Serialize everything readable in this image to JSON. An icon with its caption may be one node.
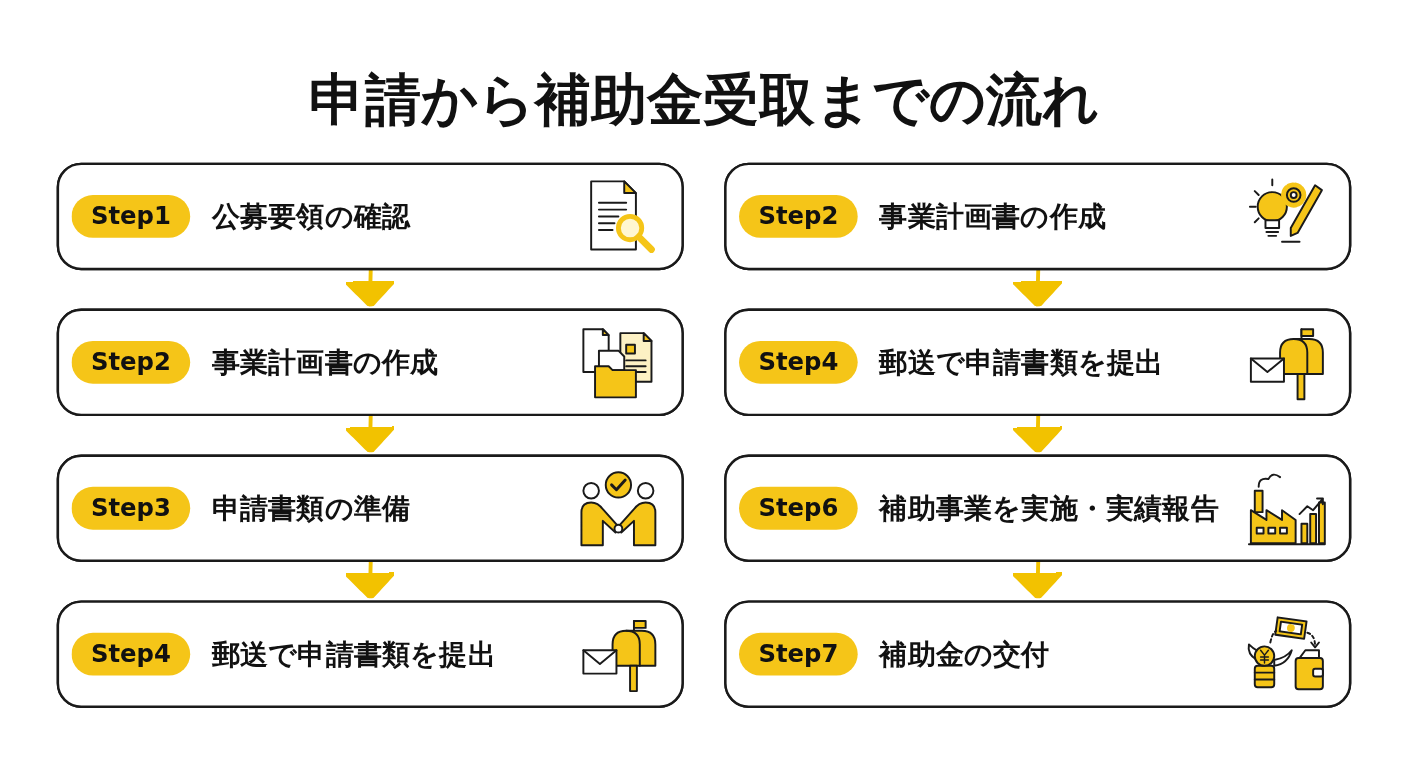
{
  "diagram": {
    "title": "申請から補助金受取までの流れ",
    "nodes": [
      {
        "text": [
          "Step1",
          "公募要領の確認"
        ]
      },
      {
        "text": [
          "Step2",
          "事業計画書の作成"
        ]
      },
      {
        "text": [
          "Step3",
          "申請書類の準備"
        ]
      },
      {
        "text": [
          "Step4",
          "郵送で申請書類を提出"
        ]
      },
      {
        "text": [
          "Step2",
          "事業計画書の作成"
        ]
      },
      {
        "text": [
          "Step4",
          "郵送で申請書類を提出"
        ]
      },
      {
        "text": [
          "Step6",
          "補助事業を実施・実績報告"
        ]
      },
      {
        "text": [
          "Step7",
          "補助金の交付"
        ]
      }
    ],
    "edges": [
      {
        "from": 0,
        "to": 1,
        "arrow": "to"
      },
      {
        "from": 1,
        "to": 2,
        "arrow": "to"
      },
      {
        "from": 2,
        "to": 3,
        "arrow": "to"
      },
      {
        "from": 4,
        "to": 5,
        "arrow": "to"
      },
      {
        "from": 5,
        "to": 6,
        "arrow": "to"
      },
      {
        "from": 6,
        "to": 7,
        "arrow": "to"
      }
    ]
  }
}
